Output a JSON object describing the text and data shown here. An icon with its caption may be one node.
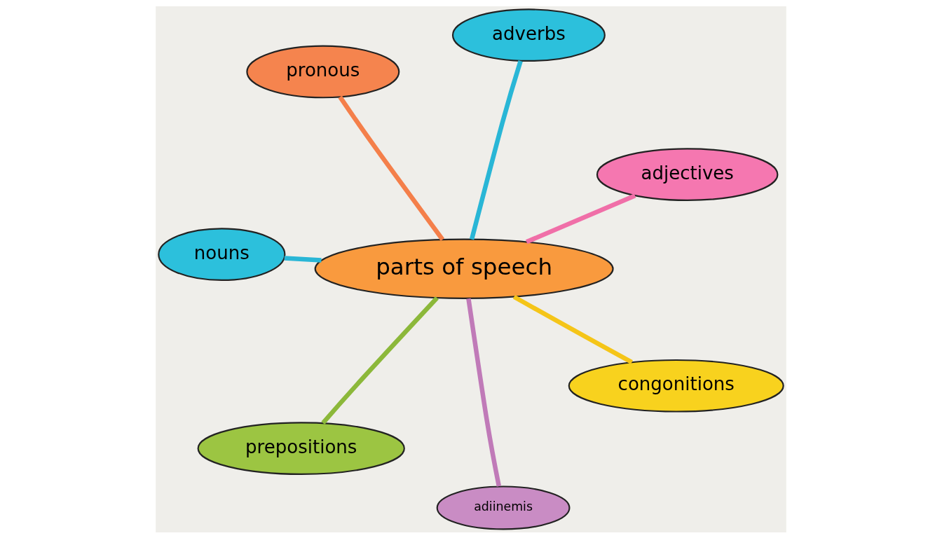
{
  "diagram": {
    "nodes": [
      {
        "text": [
          "nouns"
        ]
      },
      {
        "text": [
          "adjectives"
        ]
      },
      {
        "text": [
          "adiinemis"
        ]
      },
      {
        "text": [
          "adverbs"
        ]
      },
      {
        "text": [
          "parts of speech"
        ]
      },
      {
        "text": [
          "pronous"
        ]
      },
      {
        "text": [
          "prepositions"
        ]
      },
      {
        "text": [
          "congonitions"
        ]
      }
    ],
    "edges": [
      {
        "from": 4,
        "to": 0,
        "arrow": "none",
        "color": "#29b6d6"
      },
      {
        "from": 4,
        "to": 1,
        "arrow": "none",
        "color": "#f06fa8"
      },
      {
        "from": 4,
        "to": 2,
        "arrow": "none",
        "color": "#c07ab8"
      },
      {
        "from": 4,
        "to": 3,
        "arrow": "none",
        "color": "#29b6d6"
      },
      {
        "from": 4,
        "to": 5,
        "arrow": "none",
        "color": "#f47f4a"
      },
      {
        "from": 4,
        "to": 6,
        "arrow": "none",
        "color": "#8cb83a"
      },
      {
        "from": 4,
        "to": 7,
        "arrow": "none",
        "color": "#f5c518"
      }
    ]
  }
}
